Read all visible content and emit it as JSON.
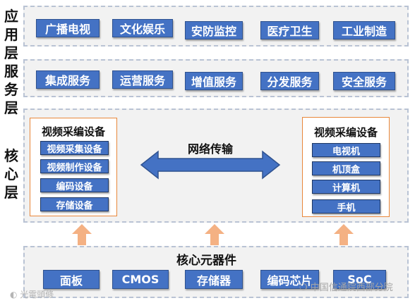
{
  "layers": {
    "application": {
      "label": [
        "应",
        "用",
        "层"
      ],
      "items": [
        "广播电视",
        "文化娱乐",
        "安防监控",
        "医疗卫生",
        "工业制造"
      ]
    },
    "service": {
      "label": [
        "服",
        "务",
        "层"
      ],
      "items": [
        "集成服务",
        "运营服务",
        "增值服务",
        "分发服务",
        "安全服务"
      ]
    },
    "core": {
      "label": [
        "核",
        "心",
        "层"
      ],
      "left_panel": {
        "title": "视频采编设备",
        "items": [
          "视频采集设备",
          "视频制作设备",
          "编码设备",
          "存储设备"
        ]
      },
      "center_label": "网络传输",
      "right_panel": {
        "title": "视频采编设备",
        "items": [
          "电视机",
          "机顶盒",
          "计算机",
          "手机"
        ]
      }
    },
    "components": {
      "title": "核心元器件",
      "items": [
        "面板",
        "CMOS",
        "存储器",
        "编码芯片",
        "SoC"
      ]
    }
  },
  "watermarks": {
    "left": "光電頭條",
    "right": "中国信通院西部分院"
  },
  "colors": {
    "button_fill": "#4472c4",
    "arrow_fill": "#4472c4",
    "up_arrow_fill": "#f4b183",
    "panel_border": "#e8873a"
  }
}
